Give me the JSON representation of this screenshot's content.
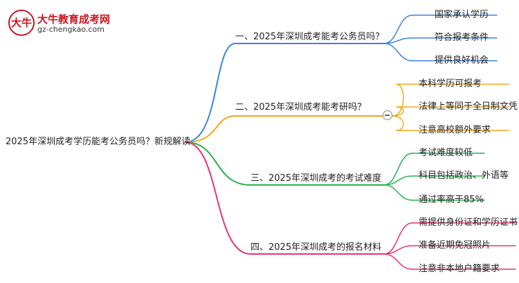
{
  "logo": {
    "mark_text": "大牛",
    "title": "大牛教育成考网",
    "url": "gz-chengkao.com"
  },
  "mindmap": {
    "root": "2025年深圳成考学历能考公务员吗？新规解读",
    "branches": [
      {
        "label": "一、2025年深圳成考能考公务员吗？",
        "color": "#3b82e0",
        "children": [
          "国家承认学历",
          "符合报考条件",
          "提供良好机会"
        ]
      },
      {
        "label": "二、2025年深圳成考能考研吗？",
        "color": "#f0a818",
        "children": [
          "本科学历可报考",
          "法律上等同于全日制文凭",
          "注意高校额外要求"
        ]
      },
      {
        "label": "三、2025年深圳成考的考试难度",
        "color": "#23b34c",
        "children": [
          "考试难度较低",
          "科目包括政治、外语等",
          "通过率高于85%"
        ]
      },
      {
        "label": "四、2025年深圳成考的报名材料",
        "color": "#e8336e",
        "children": [
          "需提供身份证和学历证书",
          "准备近期免冠照片",
          "注意非本地户籍要求"
        ]
      }
    ]
  }
}
